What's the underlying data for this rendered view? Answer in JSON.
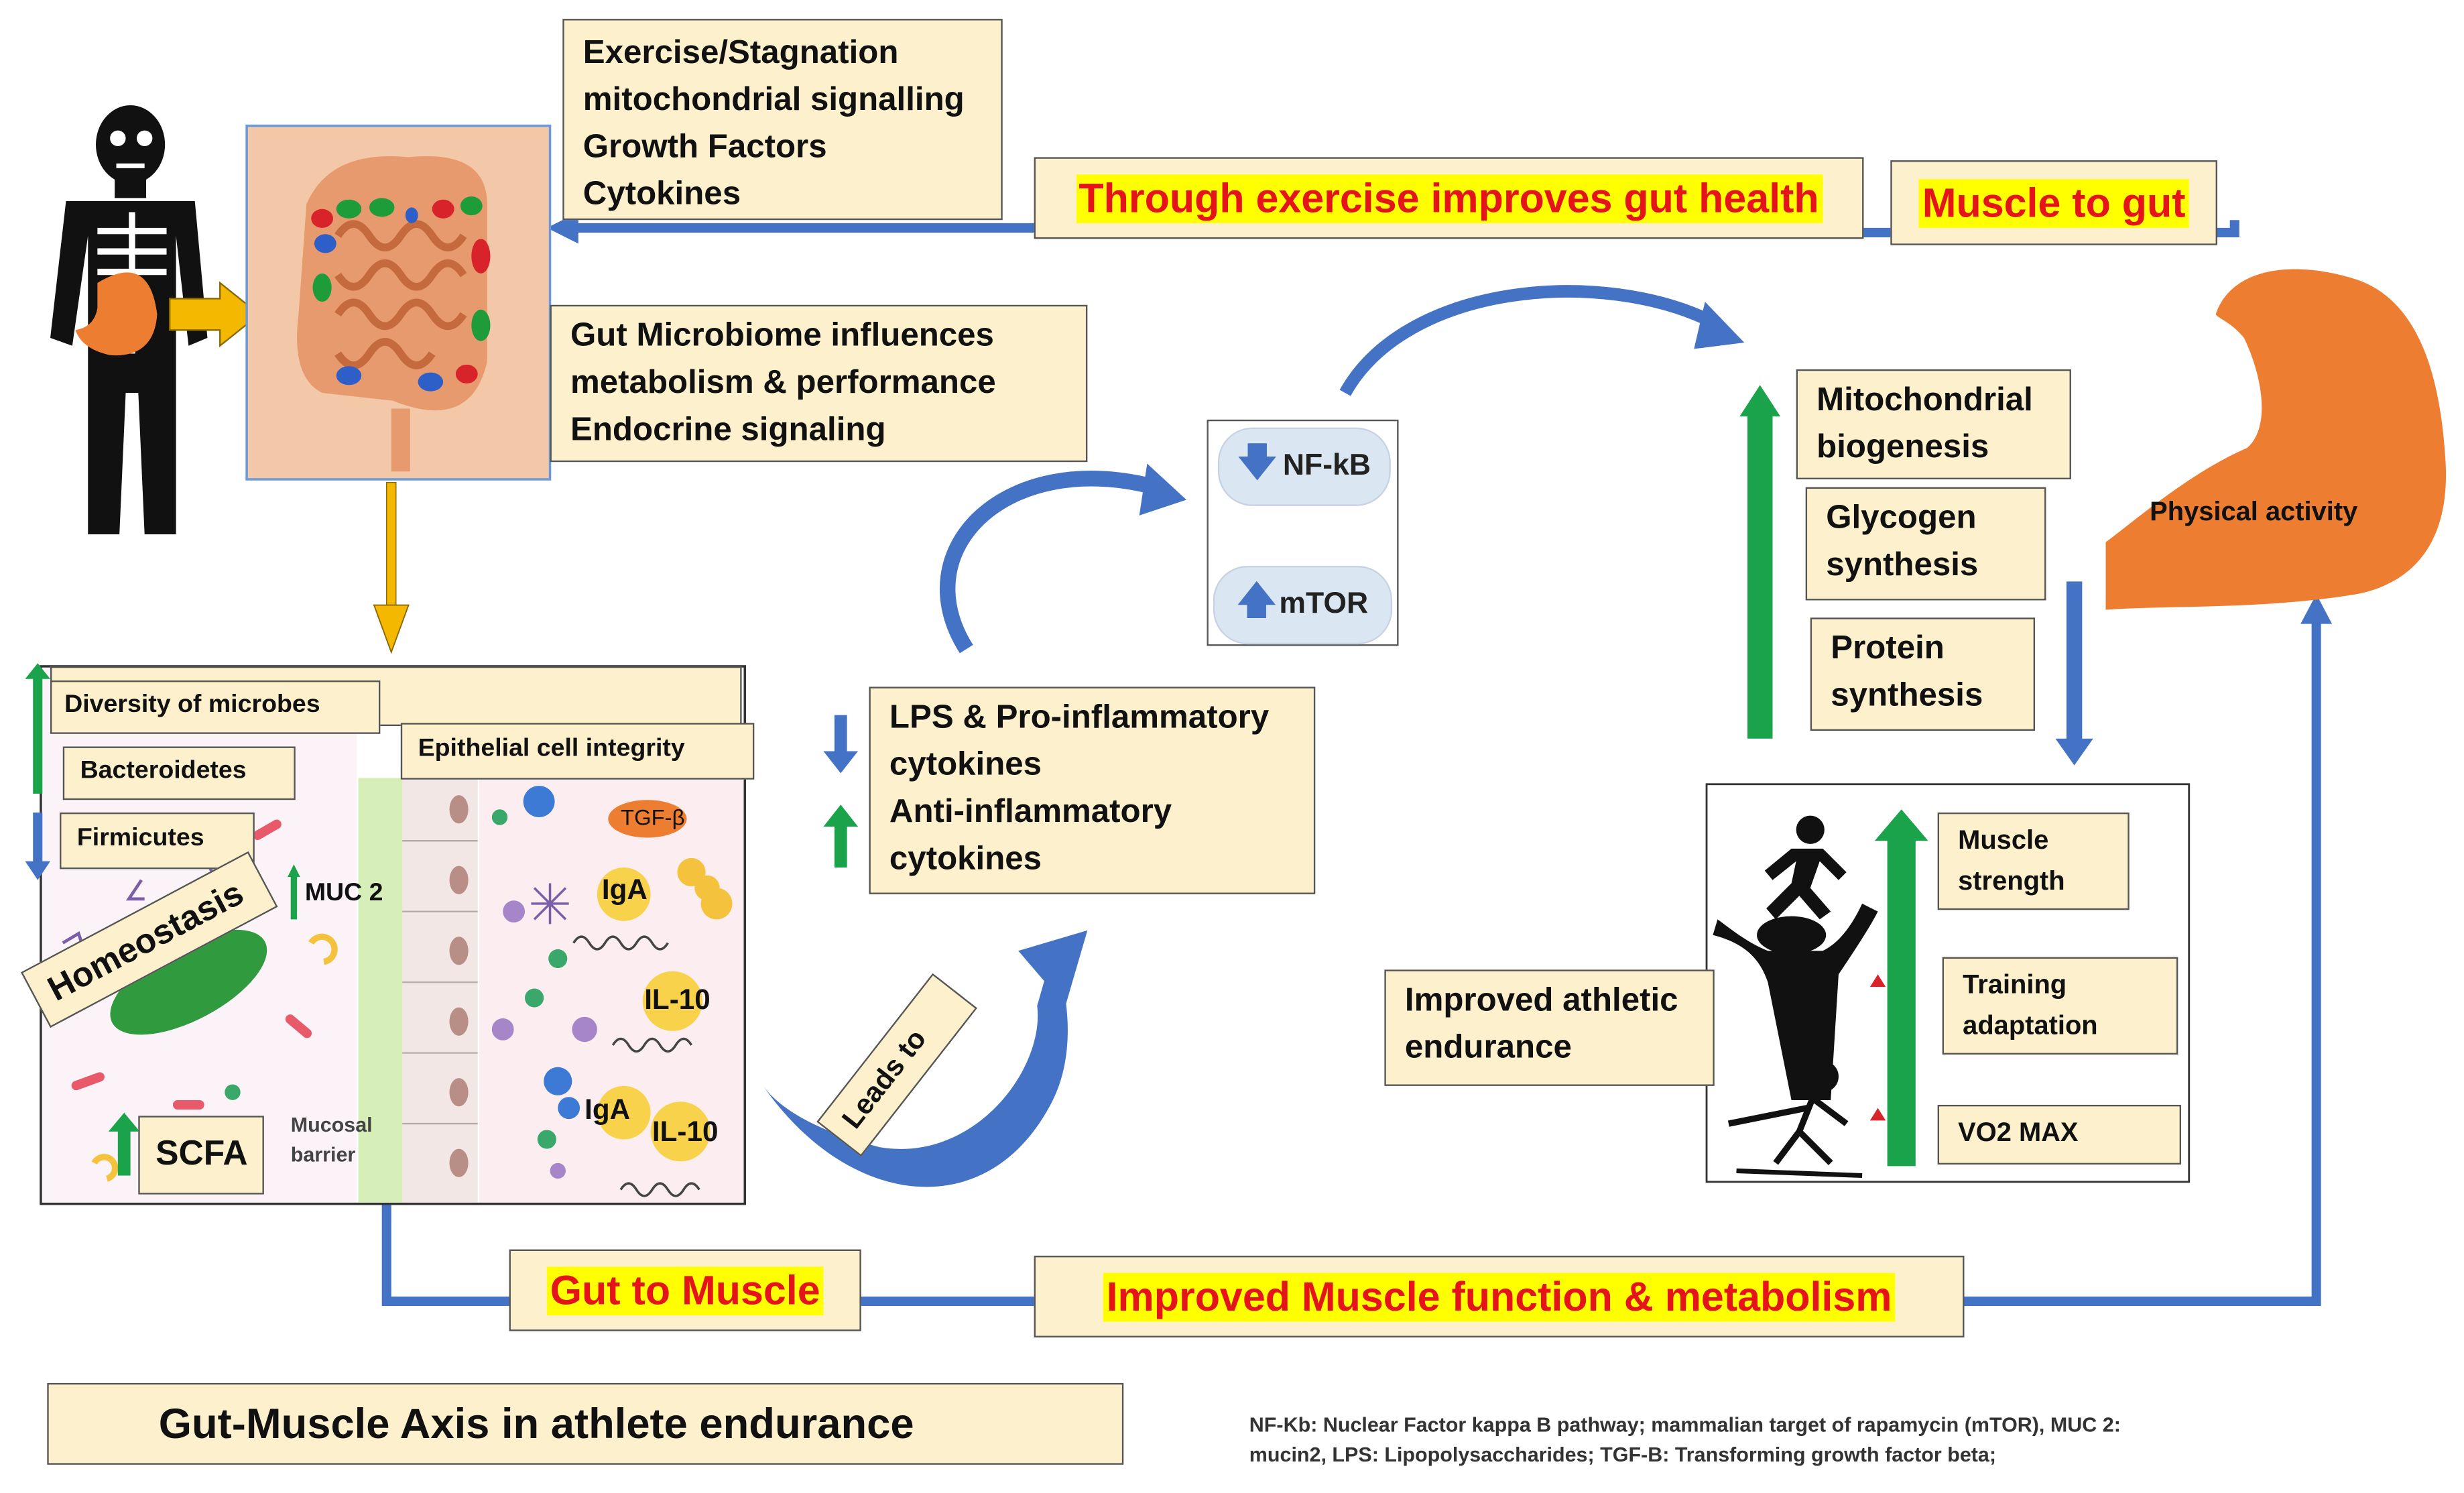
{
  "diagram": {
    "top_factors": [
      "Exercise/Stagnation",
      "mitochondrial signalling",
      "Growth Factors",
      "Cytokines"
    ],
    "through_exercise": "Through exercise improves gut health",
    "muscle_to_gut": "Muscle to gut",
    "gut_microbiome": [
      "Gut Microbiome influences",
      "metabolism & performance",
      "Endocrine signaling"
    ],
    "nfkb": "NF-kB",
    "mtor": "mTOR",
    "mitochondrial": [
      "Mitochondrial",
      "biogenesis"
    ],
    "glycogen": [
      "Glycogen",
      "synthesis"
    ],
    "protein": [
      "Protein",
      "synthesis"
    ],
    "physical_activity": "Physical activity",
    "diversity": "Diversity of microbes",
    "bacteroidetes": "Bacteroidetes",
    "firmicutes": "Firmicutes",
    "epithelial": "Epithelial cell integrity",
    "muc2": "MUC 2",
    "homeostasis": "Homeostasis",
    "scfa": "SCFA",
    "mucosal": [
      "Mucosal",
      "barrier"
    ],
    "tgf": "TGF-β",
    "iga": "IgA",
    "il10": "IL-10",
    "lps": [
      "LPS &  Pro-inflammatory",
      "cytokines",
      "Anti-inflammatory",
      "cytokines"
    ],
    "leads_to": "Leads to",
    "muscle_strength": [
      "Muscle",
      "strength"
    ],
    "training": [
      "Training",
      "adaptation"
    ],
    "vo2": "VO2 MAX",
    "improved_endurance": [
      "Improved athletic",
      "endurance"
    ],
    "gut_to_muscle": "Gut to Muscle",
    "improved_muscle": "Improved Muscle function &  metabolism",
    "title": "Gut-Muscle Axis in athlete endurance",
    "footnote": [
      "NF-Kb: Nuclear Factor kappa B pathway; mammalian target of rapamycin (mTOR), MUC 2:",
      "mucin2,  LPS: Lipopolysaccharides;   TGF-B: Transforming growth factor beta;"
    ]
  },
  "colors": {
    "blue_line": "#4472c4",
    "green": "#1aa34a",
    "yellow_arrow": "#f5b800",
    "muscle": "#ed7d31",
    "box_fill": "#fdf0cc",
    "highlight": "#ffff00",
    "red_text": "#e5131a"
  },
  "icons": [
    "skeleton-icon",
    "intestine-icon",
    "muscle-arm-icon",
    "runner-icon",
    "skier-icon"
  ]
}
